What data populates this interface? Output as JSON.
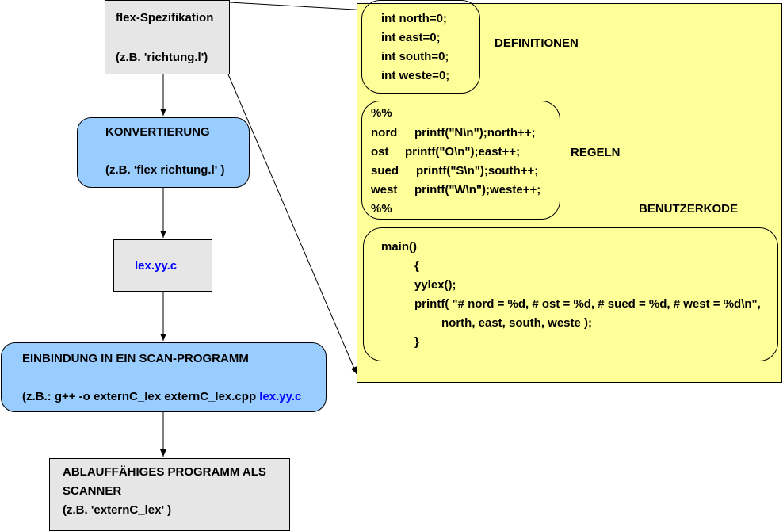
{
  "flow": {
    "spec": {
      "title": "flex-Spezifikation",
      "example": "(z.B. 'richtung.l')"
    },
    "convert": {
      "title": "KONVERTIERUNG",
      "example": "(z.B. 'flex richtung.l' )"
    },
    "lexfile": {
      "label": "lex.yy.c"
    },
    "integrate": {
      "title": "EINBINDUNG IN EIN SCAN-PROGRAMM",
      "example_prefix": "(z.B.: g++ -o externC_lex externC_lex.cpp",
      "example_file": "lex.yy.c"
    },
    "program": {
      "line1": "ABLAUFFÄHIGES PROGRAMM ALS",
      "line2": "SCANNER",
      "line3": "(z.B. 'externC_lex' )"
    }
  },
  "spec_file": {
    "definitions": {
      "label": "DEFINITIONEN",
      "lines": [
        "int north=0;",
        "int east=0;",
        "int south=0;",
        "int weste=0;"
      ]
    },
    "rules": {
      "label": "REGELN",
      "open": "%%",
      "rows": [
        {
          "pattern": "nord",
          "action": "printf(\"N\\n\");north++;"
        },
        {
          "pattern": "ost",
          "action": "printf(\"O\\n\");east++;"
        },
        {
          "pattern": "sued",
          "action": "printf(\"S\\n\");south++;"
        },
        {
          "pattern": "west",
          "action": "printf(\"W\\n\");weste++;"
        }
      ],
      "close": "%%"
    },
    "usercode": {
      "label": "BENUTZERKODE",
      "lines": [
        "main()",
        "{",
        "yylex();",
        "printf( \"# nord = %d, # ost = %d, # sued = %d, # west = %d\\n\",",
        "north, east, south, weste );",
        "}"
      ]
    }
  },
  "colors": {
    "gray_box": "#e6e6e6",
    "blue_box": "#99ccff",
    "yellow_panel": "#ffff99",
    "highlight_text": "#0000ff"
  }
}
